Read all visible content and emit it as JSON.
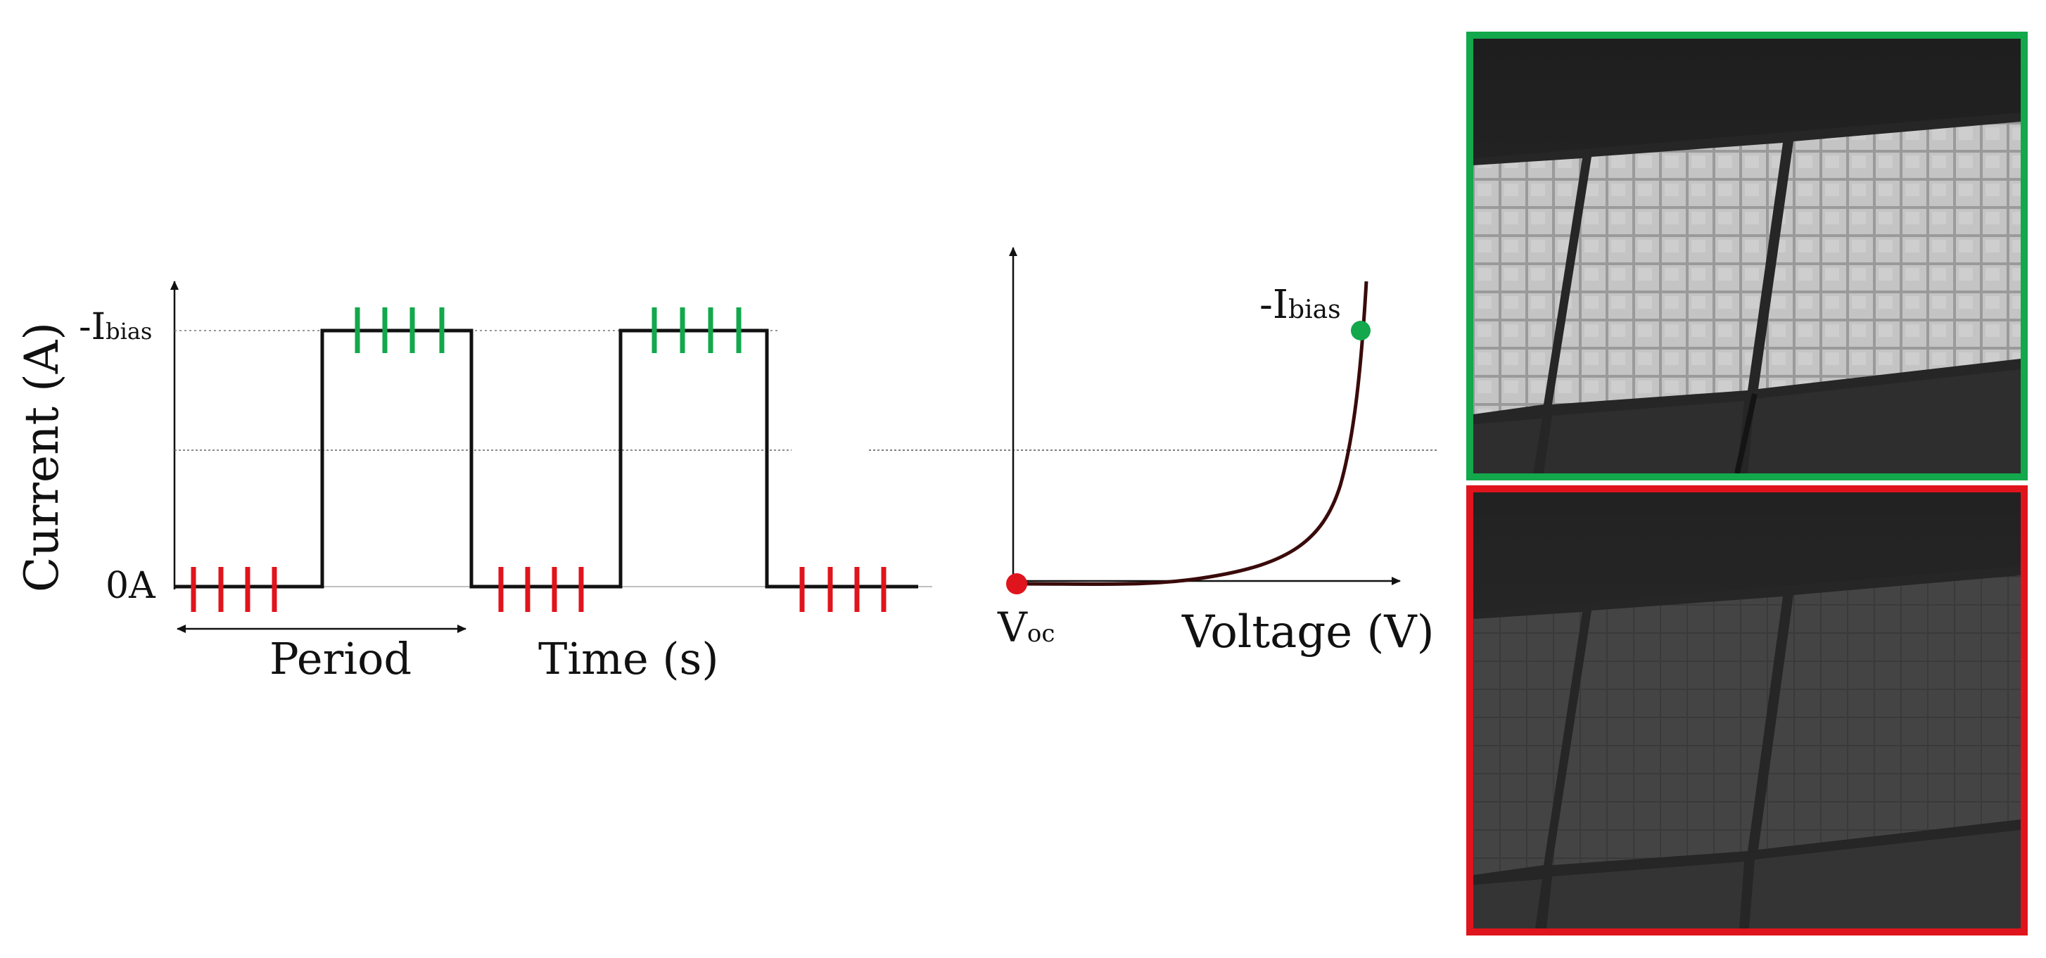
{
  "labels": {
    "y_axis": "Current (A)",
    "i_bias_prefix": "-I",
    "i_bias_sub": "bias",
    "zero_amp": "0A",
    "period": "Period",
    "time_axis": "Time (s)",
    "voc_main": "V",
    "voc_sub": "oc",
    "voltage_axis": "Voltage (V)",
    "curve_i_bias_prefix": "-I",
    "curve_i_bias_sub": "bias"
  },
  "colors": {
    "on_frame": "#12a84b",
    "off_frame": "#e0141c",
    "pulse_line": "#111111",
    "iv_curve": "#3a0a0a",
    "voc_point": "#e0141c",
    "bias_point": "#12a84b"
  },
  "waveform": {
    "segments": [
      "low",
      "high",
      "low",
      "high",
      "low"
    ],
    "marks_per_segment": 4
  },
  "photos": [
    {
      "name": "photo-bias-on",
      "frame_color": "green"
    },
    {
      "name": "photo-bias-off",
      "frame_color": "red"
    }
  ]
}
